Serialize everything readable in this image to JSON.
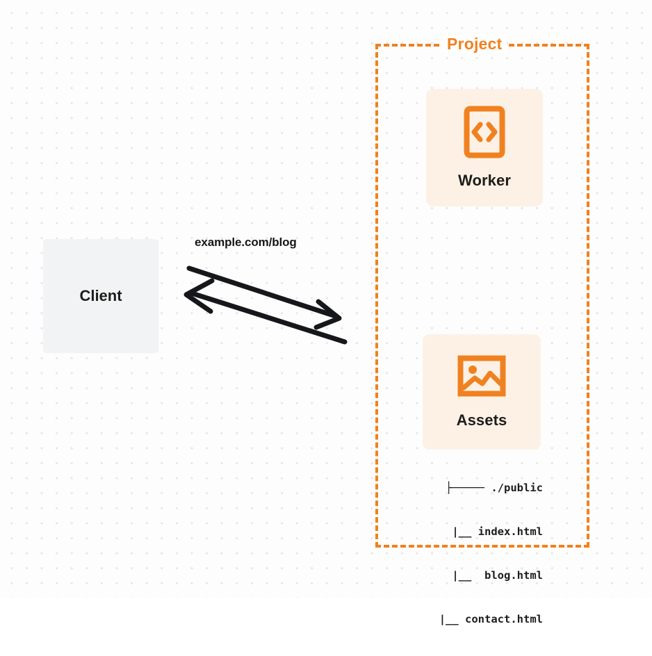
{
  "diagram": {
    "title": "Client to Project Worker and Assets request flow",
    "colors": {
      "accent_orange": "#f08120",
      "card_background": "#fdf1e5",
      "client_background": "#f2f3f4",
      "text_dark": "#1d1d1b",
      "canvas_background": "#fdfdfd",
      "dot_grid": "#e6e6e6",
      "arrow_stroke": "#16171a"
    }
  },
  "project": {
    "label": "Project",
    "border_style": "dashed",
    "border_color": "#f08120"
  },
  "client": {
    "label": "Client"
  },
  "connection": {
    "label": "example.com/blog",
    "direction": "bidirectional",
    "arrows": [
      {
        "name": "request-arrow",
        "from": "Client",
        "to": "Project"
      },
      {
        "name": "response-arrow",
        "from": "Project",
        "to": "Client"
      }
    ]
  },
  "cards": [
    {
      "id": "worker",
      "label": "Worker",
      "icon": "code-document-icon"
    },
    {
      "id": "assets",
      "label": "Assets",
      "icon": "image-icon"
    }
  ],
  "file_tree": {
    "rows": [
      "├───── ./public",
      "      |__ index.html",
      "      |__  blog.html",
      "|__ contact.html"
    ],
    "entries": [
      {
        "name": "./public",
        "type": "directory"
      },
      {
        "name": "index.html",
        "type": "file"
      },
      {
        "name": "blog.html",
        "type": "file"
      },
      {
        "name": "contact.html",
        "type": "file"
      }
    ]
  }
}
